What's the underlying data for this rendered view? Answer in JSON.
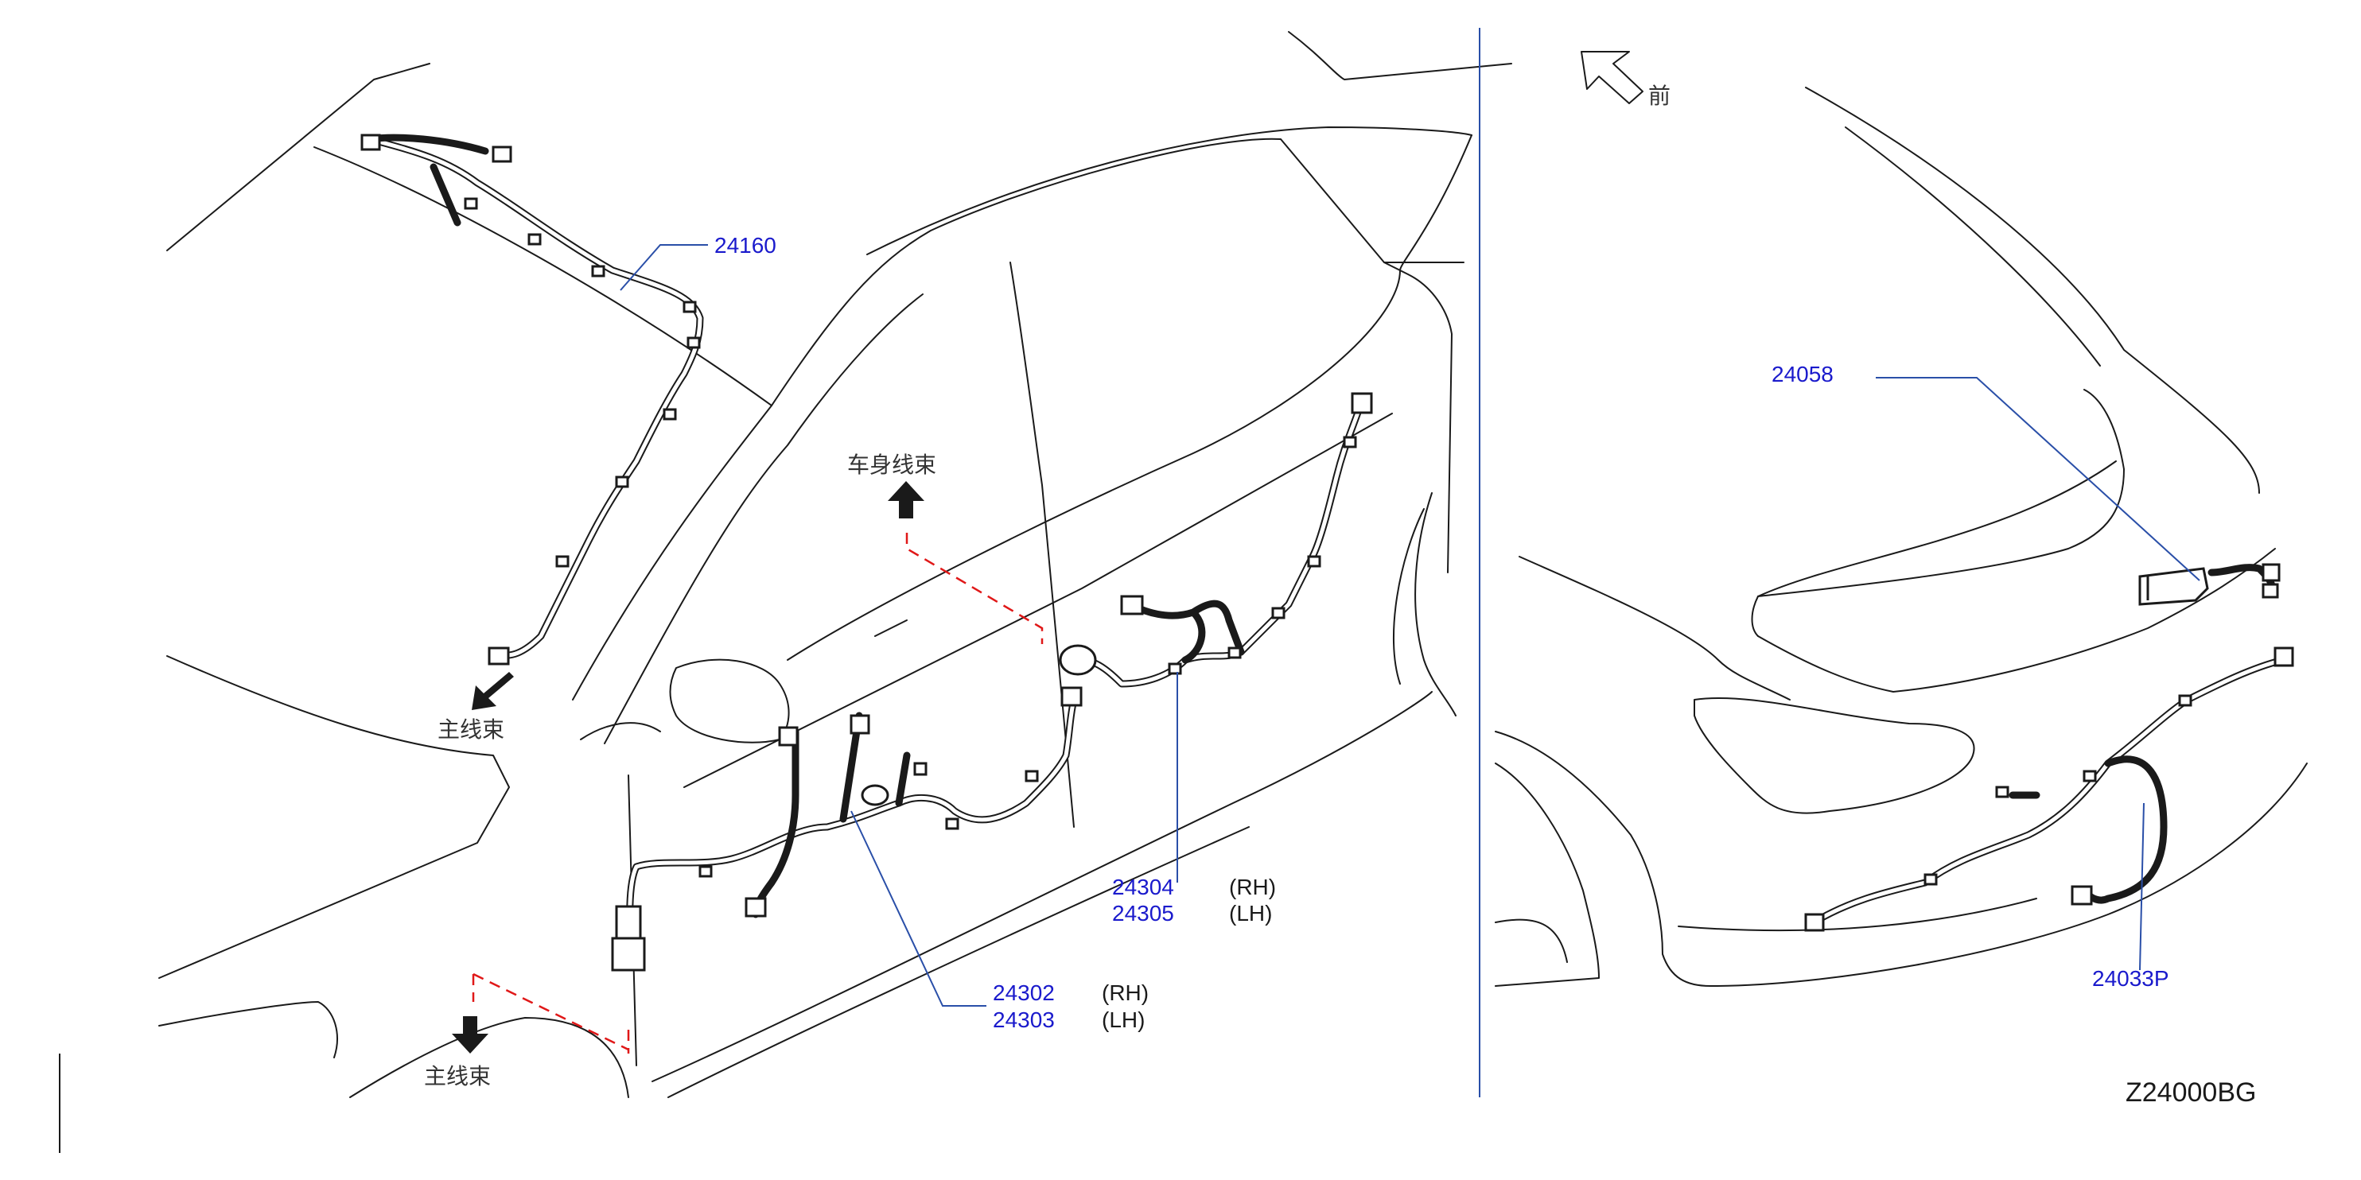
{
  "parts": {
    "p24160": "24160",
    "p24304": "24304",
    "p24305": "24305",
    "p24302": "24302",
    "p24303": "24303",
    "p24058": "24058",
    "p24033p": "24033P"
  },
  "sides": {
    "rh_a": "(RH)",
    "lh_a": "(LH)",
    "rh_b": "(RH)",
    "lh_b": "(LH)"
  },
  "notes": {
    "main_harness_top": "主线束",
    "main_harness_bottom": "主线束",
    "body_harness": "车身线束",
    "front": "前"
  },
  "diagram_code": "Z24000BG",
  "colors": {
    "part_number": "#1a1acc",
    "leader": "#2a4fa8",
    "dashed_guide": "#e01818",
    "divider": "#2a4fa8"
  },
  "icons": {
    "arrow": "filled-arrow-icon",
    "front": "outline-arrow-icon"
  }
}
